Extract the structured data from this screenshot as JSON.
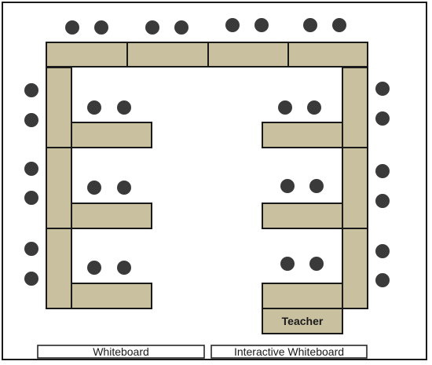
{
  "colors": {
    "desk_fill": "#c9c0a0",
    "seat_fill": "#3a3a3a",
    "outline": "#1a1a1a",
    "background": "#ffffff"
  },
  "labels": {
    "teacher": "Teacher",
    "whiteboard": "Whiteboard",
    "interactive_whiteboard": "Interactive Whiteboard"
  }
}
